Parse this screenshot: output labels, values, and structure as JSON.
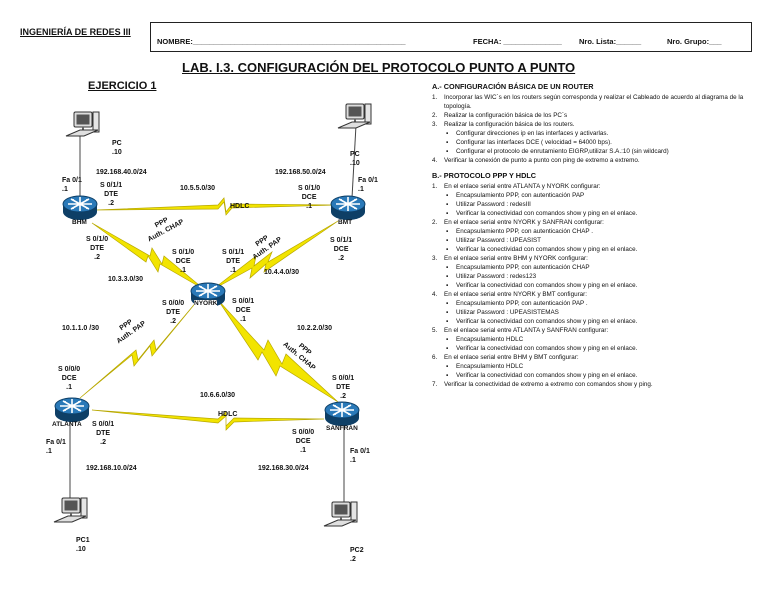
{
  "header": {
    "course": "INGENIERÍA DE REDES III",
    "nombre": "NOMBRE:___________________________________________________",
    "fecha": "FECHA: ______________",
    "lista": "Nro. Lista:______",
    "grupo": "Nro. Grupo:___"
  },
  "title": "LAB. I.3. CONFIGURACIÓN DEL PROTOCOLO PUNTO A PUNTO",
  "exercise": "EJERCICIO 1",
  "diagram": {
    "routers": {
      "bhm": "BHM",
      "bmt": "BMT",
      "nyork": "NYORK",
      "atlanta": "ATLANTA",
      "sanfran": "SANFRAN"
    },
    "pcs": {
      "bhm_pc": "PC\n.10",
      "bmt_pc": "PC\n.10",
      "atlanta_pc": "PC1\n.10",
      "sanfran_pc": "PC2\n.2"
    },
    "networks": {
      "n1": "192.168.40.0/24",
      "n2": "192.168.50.0/24",
      "n3": "10.5.5.0/30",
      "n4": "10.3.3.0/30",
      "n5": "10.4.4.0/30",
      "n6": "10.1.1.0 /30",
      "n7": "10.2.2.0/30",
      "n8": "10.6.6.0/30",
      "n9": "192.168.10.0/24",
      "n10": "192.168.30.0/24"
    },
    "links": {
      "hdlc_top": "HDLC",
      "hdlc_bottom": "HDLC",
      "ppp_chap_bhm": "PPP\nAuth. CHAP",
      "ppp_pap_bmt": "PPP\nAuth. PAP",
      "ppp_pap_atl": "PPP\nAuth. PAP",
      "ppp_chap_sf": "PPP\nAuth. CHAP"
    },
    "interfaces": {
      "bhm_fa": "Fa 0/1\n.1",
      "bhm_s01": "S 0/1/1\nDTE\n.2",
      "bhm_s010": "S 0/1/0\nDTE\n.2",
      "bmt_fa": "Fa 0/1\n.1",
      "bmt_s010": "S 0/1/0\nDCE\n.1",
      "bmt_s011": "S 0/1/1\nDCE\n.2",
      "ny_s010": "S 0/1/0\nDCE\n.1",
      "ny_s011a": "S 0/1/1\nDTE\n.1",
      "ny_s000": "S 0/0/0\nDTE\n.2",
      "ny_s001": "S 0/0/1\nDCE\n.1",
      "atl_s000": "S 0/0/0\nDCE\n.1",
      "atl_s001": "S 0/0/1\nDTE\n.2",
      "atl_fa": "Fa 0/1\n.1",
      "sf_s001": "S 0/0/1\nDTE\n.2",
      "sf_s000": "S 0/0/0\nDCE\n.1",
      "sf_fa": "Fa 0/1\n.1"
    }
  },
  "instructions": {
    "sectionA": "A.- CONFIGURACIÓN BÁSICA DE UN ROUTER",
    "a1": "Incorporar las WIC´s en los routers según corresponda y realizar el Cableado de acuerdo al diagrama de la topología.",
    "a2": "Realizar la configuración básica de los PC´s",
    "a3": "Realizar la configuración básica de los routers.",
    "a3_1": "Configurar direcciones ip en las interfaces y activarlas.",
    "a3_2": "Configurar las interfaces DCE ( velocidad = 64000 bps).",
    "a3_3": "Configurar el protocolo de enrutamiento EIGRP,utilizar S.A.:10 (sin wildcard)",
    "a4": "Verificar la conexión de punto a punto con ping de extremo a extremo.",
    "sectionB": "B.- PROTOCOLO PPP Y HDLC",
    "b1": "En el enlace serial entre ATLANTA y NYORK configurar:",
    "b1_1": "Encapsulamiento PPP, con autenticación PAP",
    "b1_2": "Utilizar Password : redesIII",
    "b1_3": "Verificar la conectividad con comandos show y ping en el enlace.",
    "b2": "En el enlace serial entre NYORK y SANFRAN configurar:",
    "b2_1": "Encapsulamiento PPP, con autenticación CHAP .",
    "b2_2": "Utilizar Password : UPEASIST",
    "b2_3": "Verificar la conectividad con comandos show y ping en el enlace.",
    "b3": "En el enlace serial entre BHM y NYORK configurar:",
    "b3_1": "Encapsulamiento PPP, con autenticación CHAP",
    "b3_2": "Utilizar Password : redes123",
    "b3_3": "Verificar la conectividad con comandos show y ping en el enlace.",
    "b4": "En el enlace serial entre NYORK y BMT configurar:",
    "b4_1": "Encapsulamiento PPP, con autenticación PAP .",
    "b4_2": "Utilizar Password : UPEASISTEMAS",
    "b4_3": "Verificar la conectividad con comandos show y ping en el enlace.",
    "b5": "En el enlace serial entre ATLANTA y SANFRAN configurar:",
    "b5_1": "Encapsulamiento HDLC",
    "b5_2": "Verificar la conectividad con comandos show y ping en el enlace.",
    "b6": "En el enlace serial entre BHM y BMT configurar:",
    "b6_1": "Encapsulamiento HDLC",
    "b6_2": "Verificar la conectividad con comandos show y ping en el enlace.",
    "b7": "Verificar la conectividad de extremo a extremo con comandos show y ping."
  },
  "colors": {
    "router": "#1a5f95",
    "router_dark": "#0e3f66",
    "serial": "#f2e400",
    "serial_outline": "#b8a800",
    "ether": "#444444"
  }
}
